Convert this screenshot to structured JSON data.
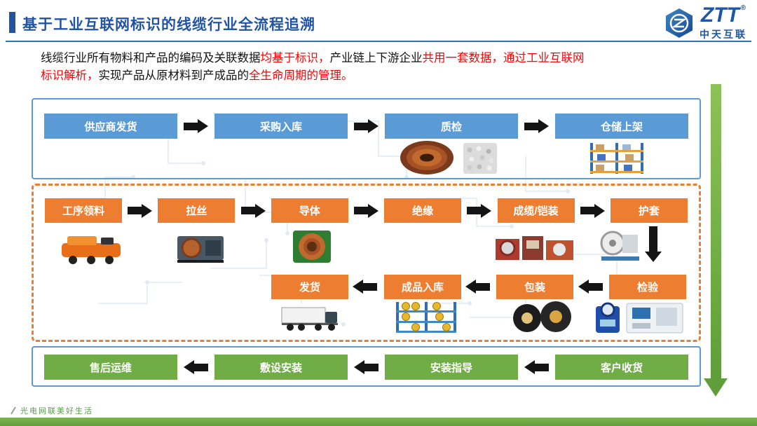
{
  "header": {
    "title": "基于工业互联网标识的线缆行业全流程追溯",
    "logo": {
      "brand": "ZTT",
      "registered": "®",
      "subtitle": "中天互联"
    }
  },
  "intro": {
    "seg1": "线缆行业所有物料和产品的编码及关联数据",
    "seg2": "均基于标识，",
    "seg3": "产业链上下游企业",
    "seg4": "共用一套数据，",
    "seg5": "通过工业互联网",
    "seg6": "标识解析，",
    "seg7": "实现产品从原材料到产成品的",
    "seg8": "全生命周期的管理。"
  },
  "flow": {
    "supply": {
      "items": [
        "供应商发货",
        "采购入库",
        "质检",
        "仓储上架"
      ]
    },
    "production_top": {
      "items": [
        "工序领料",
        "拉丝",
        "导体",
        "绝缘",
        "成缆/铠装",
        "护套"
      ]
    },
    "production_bottom": {
      "items": [
        "发货",
        "成品入库",
        "包装",
        "检验"
      ]
    },
    "delivery": {
      "items": [
        "售后运维",
        "敷设安装",
        "安装指导",
        "客户收货"
      ]
    }
  },
  "images": {
    "quality_check": [
      "copper-coil-photo",
      "plastic-granules-photo"
    ],
    "warehouse_putaway": "warehouse-rack-photo",
    "material_pick": "agv-robot-photo",
    "wire_drawing": "wire-drawing-machine-photo",
    "conductor": "conductor-coil-photo",
    "cabling_armoring": "cabling-machine-photo",
    "sheathing": "cable-spool-photo",
    "shipping": "truck-photo",
    "finished_inbound": "finished-goods-rack-photo",
    "packing": "cable-coils-photo",
    "inspection": "inspection-devices-photo"
  },
  "footer": {
    "slogan": "光电网联美好生活"
  },
  "colors": {
    "title_blue": "#2155A3",
    "box_blue": "#5B9BD5",
    "box_orange": "#ED7D31",
    "box_green": "#70AD47",
    "emphasis_red": "#FF0000",
    "arrow_black": "#141414"
  }
}
